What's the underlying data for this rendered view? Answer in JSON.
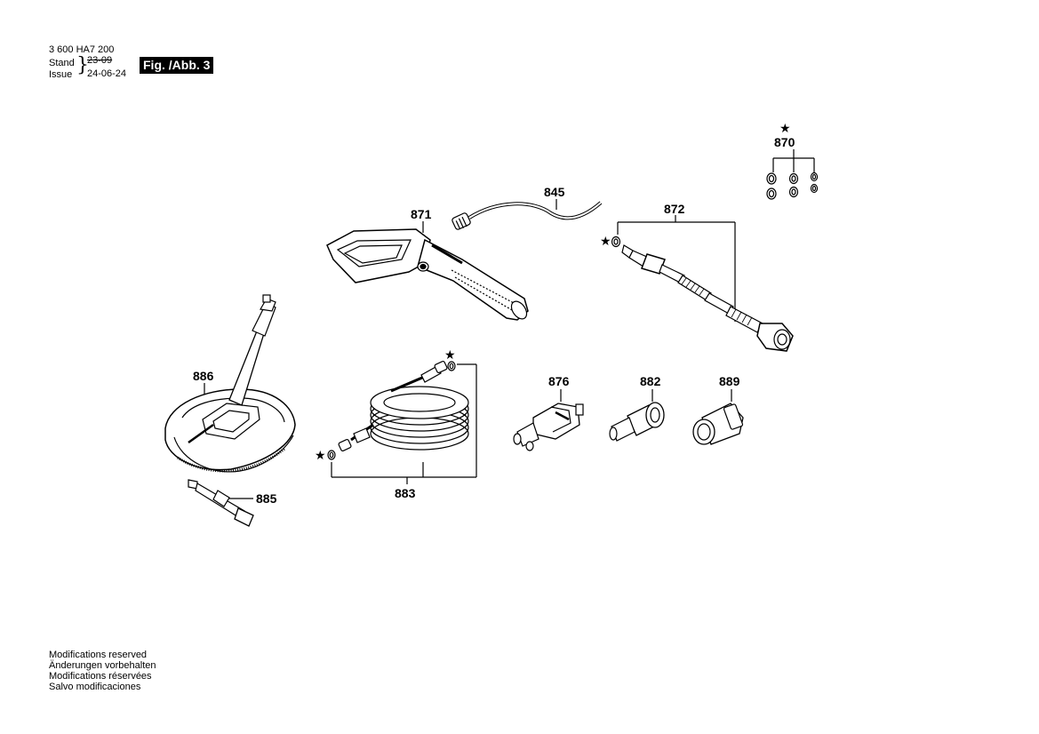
{
  "header": {
    "doc_number": "3 600 HA7 200",
    "stand_label": "Stand",
    "issue_label": "Issue",
    "stand_date": "23-09",
    "issue_date": "24-06-24",
    "figure_label": "Fig. /Abb. 3"
  },
  "parts": {
    "p870": "870",
    "p845": "845",
    "p871": "871",
    "p872": "872",
    "p886": "886",
    "p876": "876",
    "p882": "882",
    "p889": "889",
    "p883": "883",
    "p885": "885"
  },
  "star_symbol": "★",
  "footer": {
    "line1": "Modifications reserved",
    "line2": "Änderungen vorbehalten",
    "line3": "Modifications réservées",
    "line4": "Salvo modificaciones"
  }
}
